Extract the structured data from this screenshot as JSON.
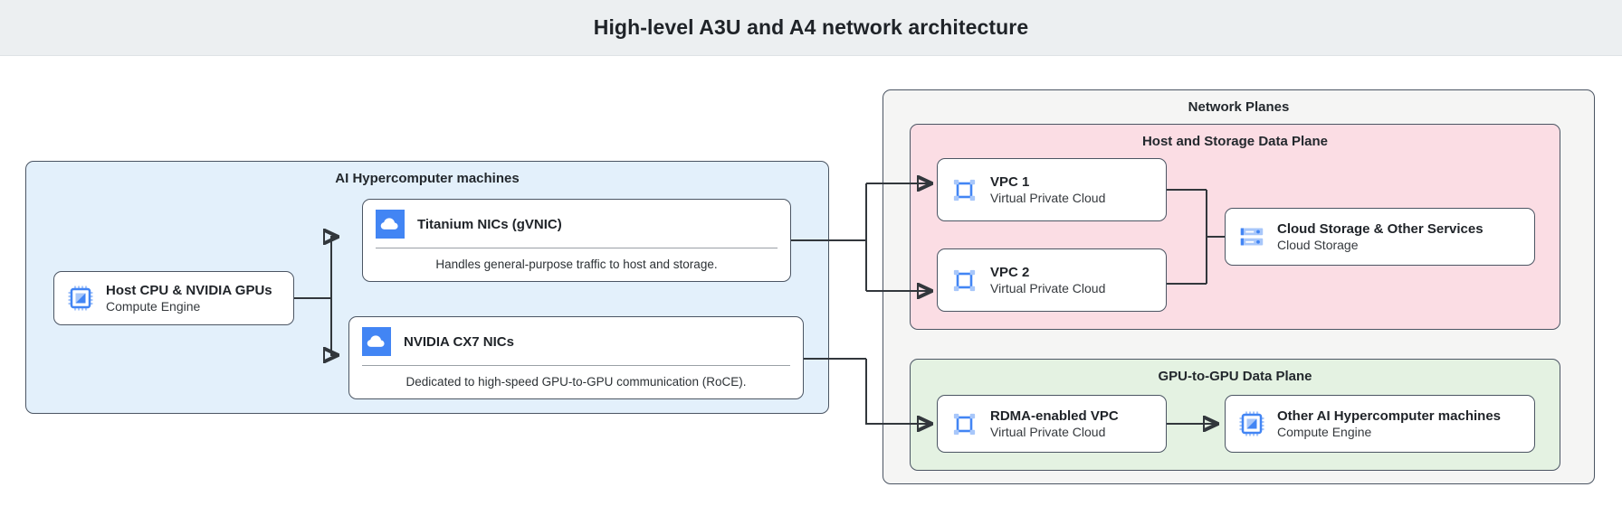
{
  "header": {
    "title": "High-level A3U and A4 network architecture"
  },
  "colors": {
    "header_bg": "#eceff1",
    "hypercomputer_bg": "#e3f0fb",
    "network_planes_bg": "#f5f5f4",
    "host_storage_plane_bg": "#fbdde4",
    "gpu_plane_bg": "#e4f2e2",
    "icon_blue": "#4285f4",
    "icon_blue_light": "#a8c7fa",
    "stroke": "#4b5563"
  },
  "groups": {
    "hypercomputer": {
      "label": "AI Hypercomputer machines"
    },
    "network_planes": {
      "label": "Network Planes"
    },
    "host_storage_plane": {
      "label": "Host and Storage Data Plane"
    },
    "gpu_plane": {
      "label": "GPU-to-GPU Data Plane"
    }
  },
  "nodes": {
    "host_cpu_gpu": {
      "title": "Host CPU & NVIDIA GPUs",
      "subtitle": "Compute Engine",
      "icon": "cpu-chip-icon"
    },
    "titanium_nics": {
      "title": "Titanium NICs (gVNIC)",
      "description": "Handles general-purpose traffic to host and storage.",
      "icon": "cloud-icon"
    },
    "cx7_nics": {
      "title": "NVIDIA CX7 NICs",
      "description": "Dedicated to high-speed GPU-to-GPU communication (RoCE).",
      "icon": "cloud-icon"
    },
    "vpc1": {
      "title": "VPC 1",
      "subtitle": "Virtual Private Cloud",
      "icon": "vpc-icon"
    },
    "vpc2": {
      "title": "VPC 2",
      "subtitle": "Virtual Private Cloud",
      "icon": "vpc-icon"
    },
    "cloud_storage": {
      "title": "Cloud Storage & Other Services",
      "subtitle": "Cloud Storage",
      "icon": "storage-server-icon"
    },
    "rdma_vpc": {
      "title": "RDMA-enabled VPC",
      "subtitle": "Virtual Private Cloud",
      "icon": "vpc-icon"
    },
    "other_machines": {
      "title": "Other AI Hypercomputer machines",
      "subtitle": "Compute Engine",
      "icon": "cpu-chip-icon"
    }
  },
  "connections": [
    {
      "from": "host_cpu_gpu",
      "to": "titanium_nics"
    },
    {
      "from": "host_cpu_gpu",
      "to": "cx7_nics"
    },
    {
      "from": "titanium_nics",
      "to": "vpc1"
    },
    {
      "from": "titanium_nics",
      "to": "vpc2"
    },
    {
      "from": "vpc1",
      "to": "cloud_storage"
    },
    {
      "from": "vpc2",
      "to": "cloud_storage"
    },
    {
      "from": "cx7_nics",
      "to": "rdma_vpc"
    },
    {
      "from": "rdma_vpc",
      "to": "other_machines"
    }
  ]
}
